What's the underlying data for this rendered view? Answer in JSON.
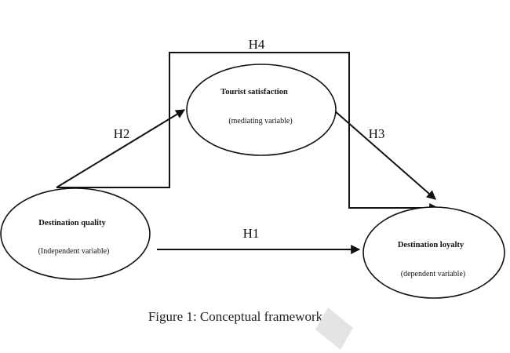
{
  "nodes": {
    "destination_quality": {
      "title": "Destination quality",
      "subtitle": "(Independent variable)"
    },
    "tourist_satisfaction": {
      "title": "Tourist satisfaction",
      "subtitle": "(mediating variable)"
    },
    "destination_loyalty": {
      "title": "Destination loyalty",
      "subtitle": "(dependent variable)"
    }
  },
  "hypotheses": {
    "h1": "H1",
    "h2": "H2",
    "h3": "H3",
    "h4": "H4"
  },
  "caption": "Figure 1: Conceptual framework",
  "colors": {
    "line": "#111111",
    "background": "#ffffff",
    "watermark": "#d8d8d8"
  }
}
